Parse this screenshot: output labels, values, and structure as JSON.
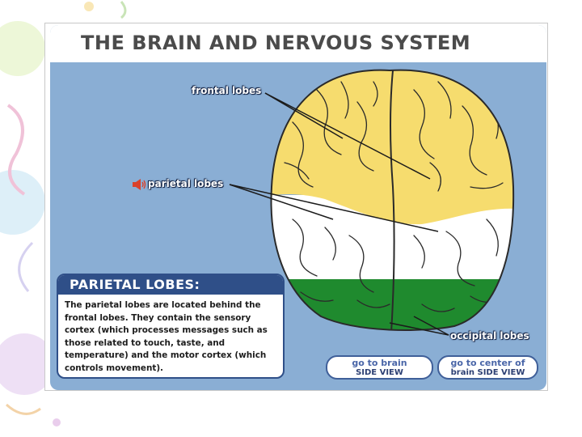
{
  "page": {
    "title": "The Brain and Nervous System"
  },
  "diagram": {
    "labels": {
      "frontal": "frontal lobes",
      "parietal": "parietal lobes",
      "occipital": "occipital lobes"
    }
  },
  "panel": {
    "title": "Parietal Lobes:",
    "body": "The parietal lobes are located behind the frontal lobes. They contain the sensory cortex (which processes messages such as those related to touch, taste, and temperature) and the motor cortex (which controls movement)."
  },
  "nav": {
    "side_view": {
      "line1": "go to brain",
      "line2": "SIDE VIEW"
    },
    "center_view": {
      "line1": "go to center of",
      "line2": "brain SIDE VIEW"
    }
  },
  "colors": {
    "background": "#8aaed4",
    "frontal": "#f6dc6e",
    "parietal": "#ffffff",
    "occipital": "#1f8a2e",
    "panel_header": "#2f4f88"
  }
}
